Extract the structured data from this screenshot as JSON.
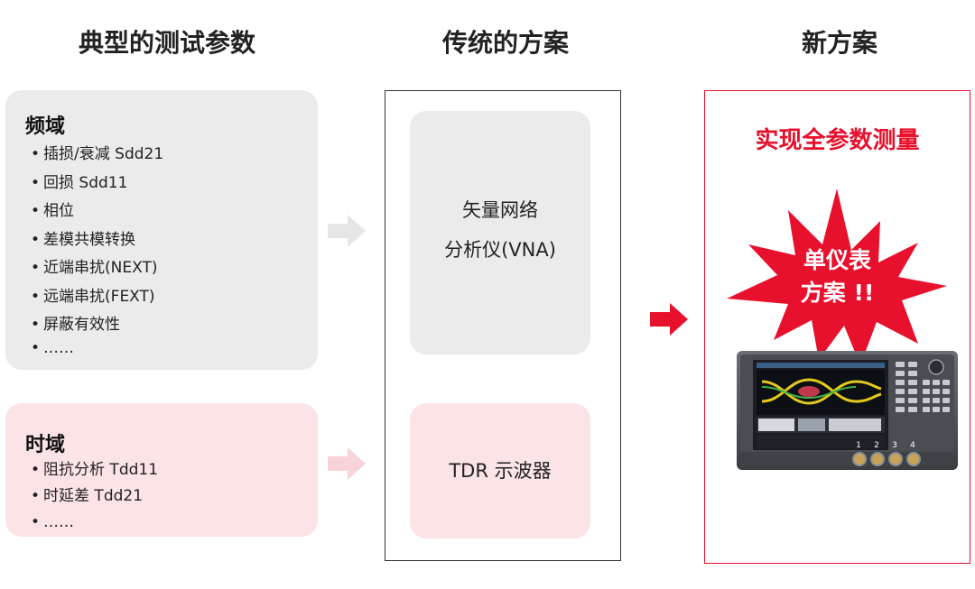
{
  "columns": {
    "typical": "典型的测试参数",
    "traditional": "传统的方案",
    "new": "新方案"
  },
  "frequency": {
    "heading": "频域",
    "items": [
      "插损/衰减 Sdd21",
      "回损 Sdd11",
      "相位",
      "差模共模转换",
      "近端串扰(NEXT)",
      "远端串扰(FEXT)",
      "屏蔽有效性",
      "……"
    ]
  },
  "time": {
    "heading": "时域",
    "items": [
      "阻抗分析 Tdd11",
      "时延差 Tdd21",
      "……"
    ]
  },
  "traditional": {
    "vna_line1": "矢量网络",
    "vna_line2": "分析仪(VNA)",
    "tdr": "TDR 示波器"
  },
  "new_solution": {
    "headline": "实现全参数测量",
    "burst_line1": "单仪表",
    "burst_line2": "方案 !!",
    "ports": [
      "1",
      "2",
      "3",
      "4"
    ]
  },
  "colors": {
    "gray_box": "#ebebeb",
    "pink_box": "#fbe3e6",
    "accent_red": "#e8112d",
    "gray_arrow": "#e6e6e6",
    "pink_arrow": "#f8d3d8"
  }
}
